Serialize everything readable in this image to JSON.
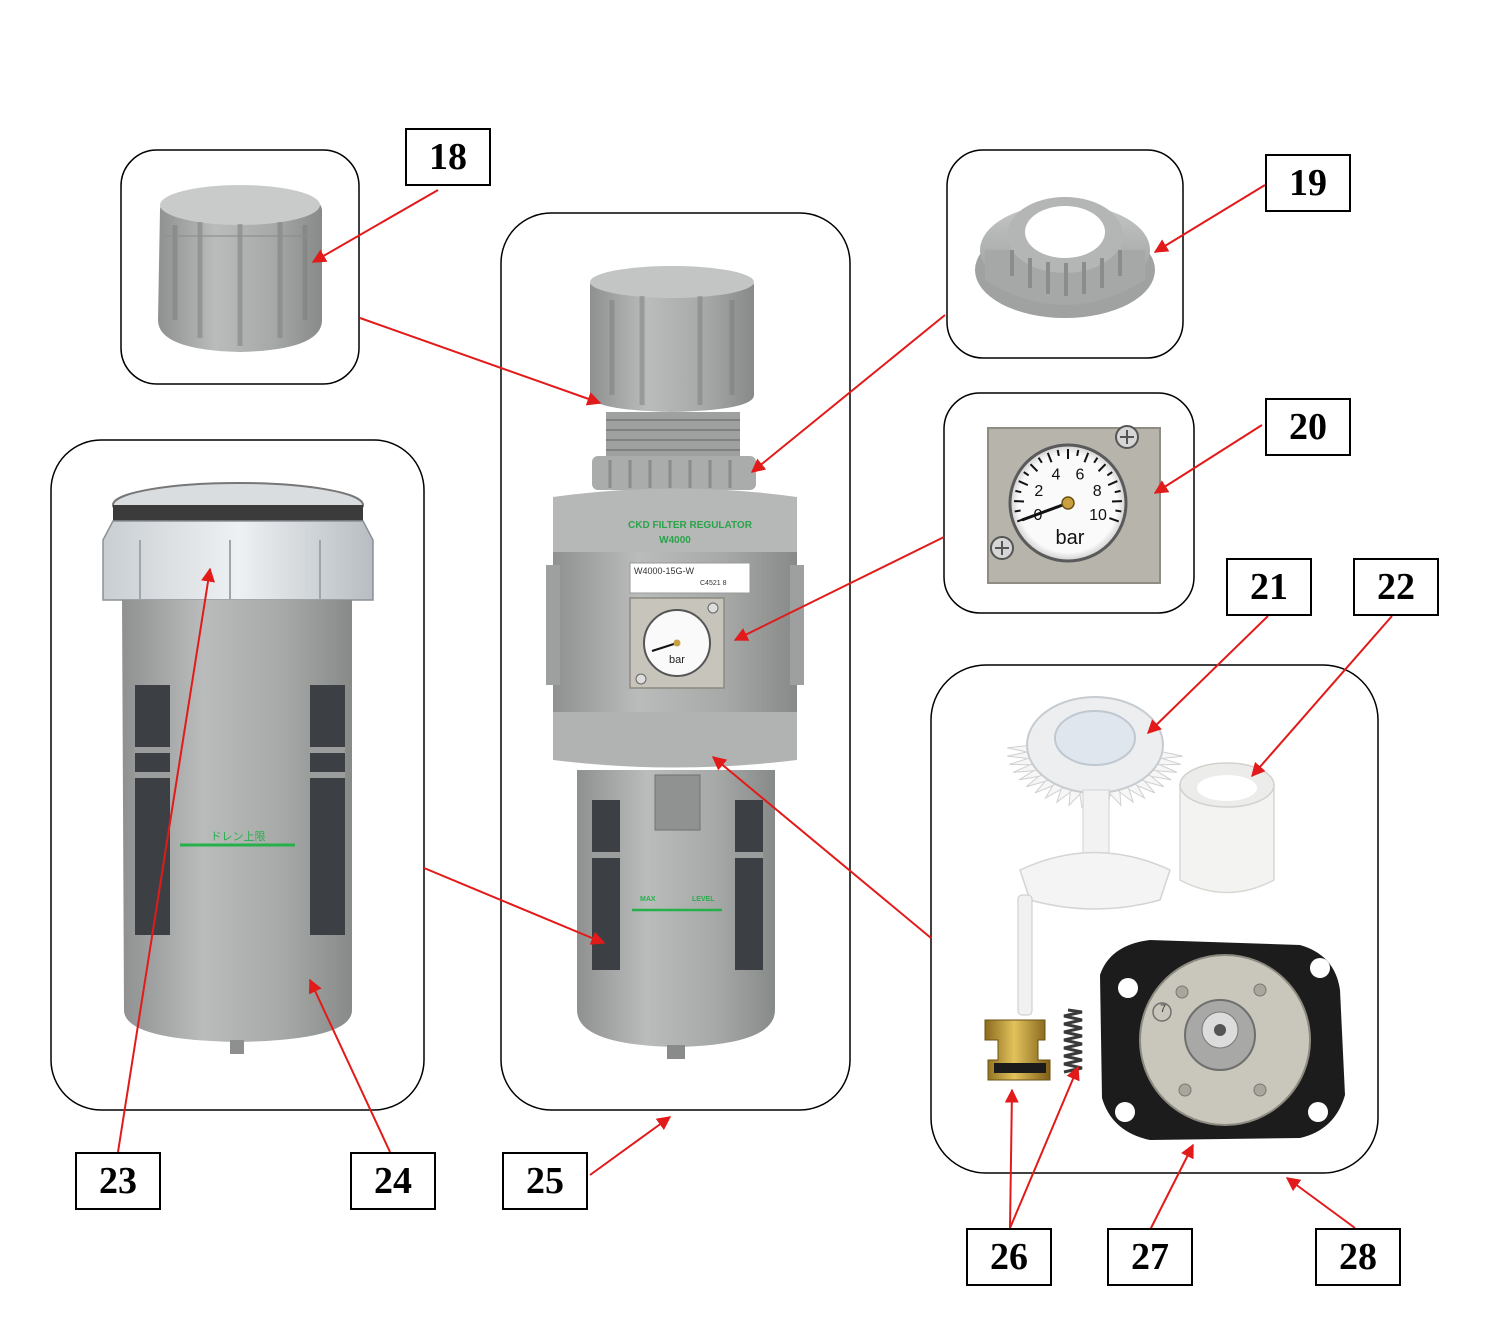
{
  "labels": [
    {
      "id": "18",
      "text": "18"
    },
    {
      "id": "19",
      "text": "19"
    },
    {
      "id": "20",
      "text": "20"
    },
    {
      "id": "21",
      "text": "21"
    },
    {
      "id": "22",
      "text": "22"
    },
    {
      "id": "23",
      "text": "23"
    },
    {
      "id": "24",
      "text": "24"
    },
    {
      "id": "25",
      "text": "25"
    },
    {
      "id": "26",
      "text": "26"
    },
    {
      "id": "27",
      "text": "27"
    },
    {
      "id": "28",
      "text": "28"
    }
  ],
  "assembly": {
    "product_print": "CKD FILTER REGULATOR",
    "model_print": "W4000",
    "model_tag": "W4000-15G-W",
    "serial_tag": "C4521 8",
    "bowl_print_left": "MAX",
    "bowl_print_right": "LEVEL"
  },
  "bowl": {
    "level_print": "ドレン上限"
  },
  "gauge": {
    "unit": "bar",
    "ticks": [
      "0",
      "2",
      "4",
      "6",
      "8",
      "10"
    ]
  },
  "diaphragm": {
    "stamp": "7"
  },
  "colors": {
    "arrow": "#e21a1a",
    "part_grey": "#a7aaa8",
    "label_border": "#000000"
  }
}
